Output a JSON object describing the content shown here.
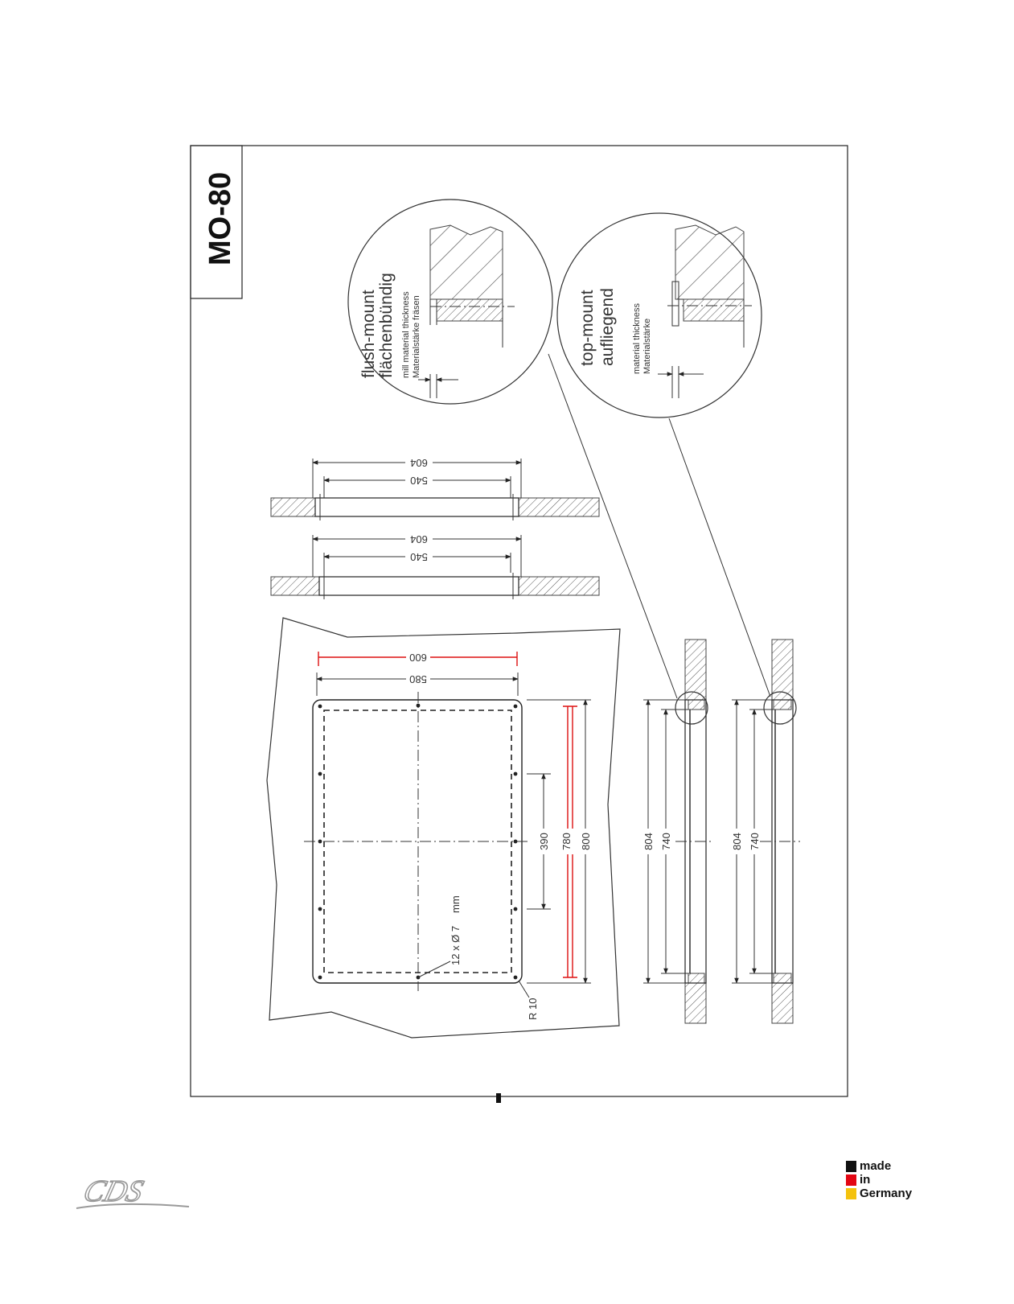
{
  "model": "MO-80",
  "details": {
    "flush": {
      "title": "flush-mount",
      "title_de": "flächenbündig",
      "note": "mill material thickness",
      "note_de": "Materialstärke fräsen"
    },
    "top": {
      "title": "top-mount",
      "title_de": "aufliegend",
      "note": "material thickness",
      "note_de": "Materialstärke"
    }
  },
  "dimensions": {
    "w604": "604",
    "w540": "540",
    "w600": "600",
    "w580": "580",
    "h390": "390",
    "h780": "780",
    "h800": "800",
    "h804": "804",
    "h740": "740",
    "holes": "12 x Ø 7",
    "unit": "mm",
    "radius": "R 10"
  },
  "footer": {
    "logo": "CDS",
    "made": "made",
    "in": "in",
    "germany": "Germany"
  },
  "colors": {
    "accent_red": "#d11111",
    "flag_black": "#111111",
    "flag_red": "#e30613",
    "flag_gold": "#f4c20d"
  }
}
